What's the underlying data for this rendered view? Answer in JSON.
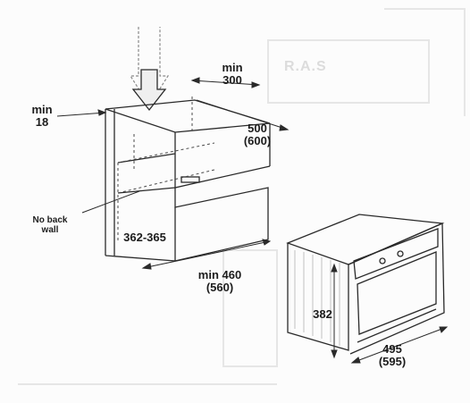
{
  "labels": {
    "min_top_value": "min",
    "min_top_number": "300",
    "min_left_value": "min",
    "min_left_number": "18",
    "depth_primary": "500",
    "depth_secondary": "(600)",
    "no_back_wall_line1": "No back",
    "no_back_wall_line2": "wall",
    "opening_height": "362-365",
    "width_min": "min 460",
    "width_secondary": "(560)",
    "oven_height": "382",
    "oven_width_primary": "495",
    "oven_width_secondary": "(595)"
  },
  "watermark": {
    "text": "R.A.S"
  },
  "colors": {
    "line": "#2a2a2a",
    "dashed": "#4a4a4a",
    "ghost": "#e6e6e6"
  }
}
